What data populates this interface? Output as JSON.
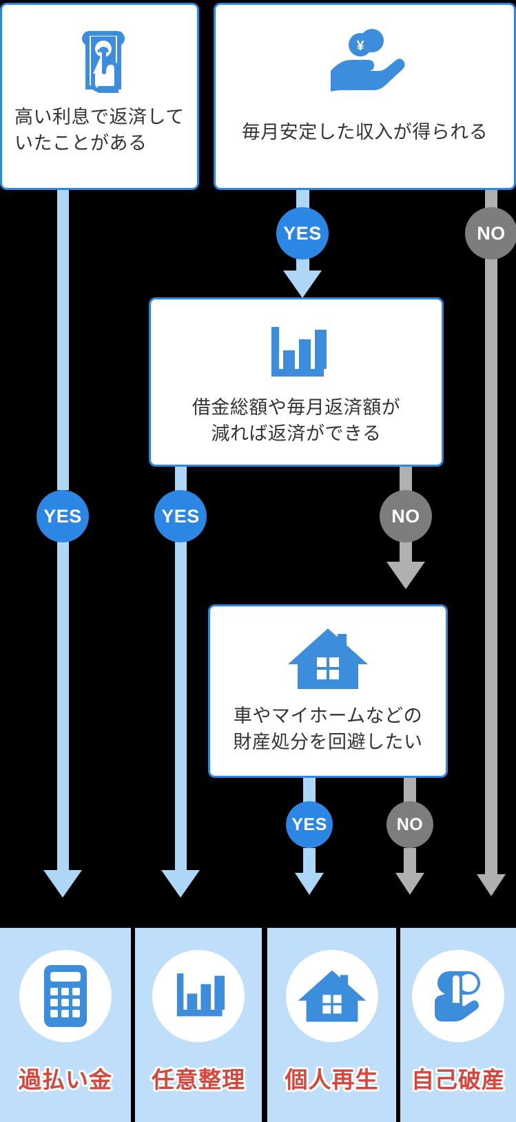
{
  "theme": {
    "background": "#000000",
    "card_border": "#2b87e3",
    "card_fill": "#ffffff",
    "icon_blue": "#3d8ddd",
    "yes_badge": "#2b87e3",
    "no_badge": "#7d7d7d",
    "arrow_blue": "#aed6f7",
    "arrow_gray": "#b0b0b0",
    "result_fill": "#bfdefa",
    "result_label": "#d8453b",
    "card_text": "#333333"
  },
  "questions": [
    {
      "id": "interest",
      "text": "高い利息で返済して\nいたことがある",
      "icon": "atm-cash-withdraw-icon"
    },
    {
      "id": "income",
      "text": "毎月安定した収入が得られる",
      "icon": "hand-holding-yen-coin-icon"
    },
    {
      "id": "reduce",
      "text": "借金総額や毎月返済額が\n減れば返済ができる",
      "icon": "bar-chart-icon"
    },
    {
      "id": "house",
      "text": "車やマイホームなどの\n財産処分を回避したい",
      "icon": "house-icon"
    }
  ],
  "badges": {
    "yes": "YES",
    "no": "NO"
  },
  "edges": [
    {
      "id": "interest-yes",
      "label": "YES",
      "kind": "yes",
      "from": "interest",
      "to": "kabaraikin"
    },
    {
      "id": "income-yes",
      "label": "YES",
      "kind": "yes",
      "from": "income",
      "to": "reduce"
    },
    {
      "id": "income-no",
      "label": "NO",
      "kind": "no",
      "from": "income",
      "to": "jikohasan"
    },
    {
      "id": "reduce-yes",
      "label": "YES",
      "kind": "yes",
      "from": "reduce",
      "to": "nini-seiri"
    },
    {
      "id": "reduce-no",
      "label": "NO",
      "kind": "no",
      "from": "reduce",
      "to": "house"
    },
    {
      "id": "house-yes",
      "label": "YES",
      "kind": "yes",
      "from": "house",
      "to": "kojin-saisei"
    },
    {
      "id": "house-no",
      "label": "NO",
      "kind": "no",
      "from": "house",
      "to": "jikohasan"
    }
  ],
  "results": [
    {
      "id": "kabaraikin",
      "label": "過払い金",
      "icon": "calculator-icon"
    },
    {
      "id": "nini-seiri",
      "label": "任意整理",
      "icon": "bar-chart-icon"
    },
    {
      "id": "kojin-saisei",
      "label": "個人再生",
      "icon": "house-icon"
    },
    {
      "id": "jikohasan",
      "label": "自己破産",
      "icon": "hand-pointing-icon"
    }
  ]
}
